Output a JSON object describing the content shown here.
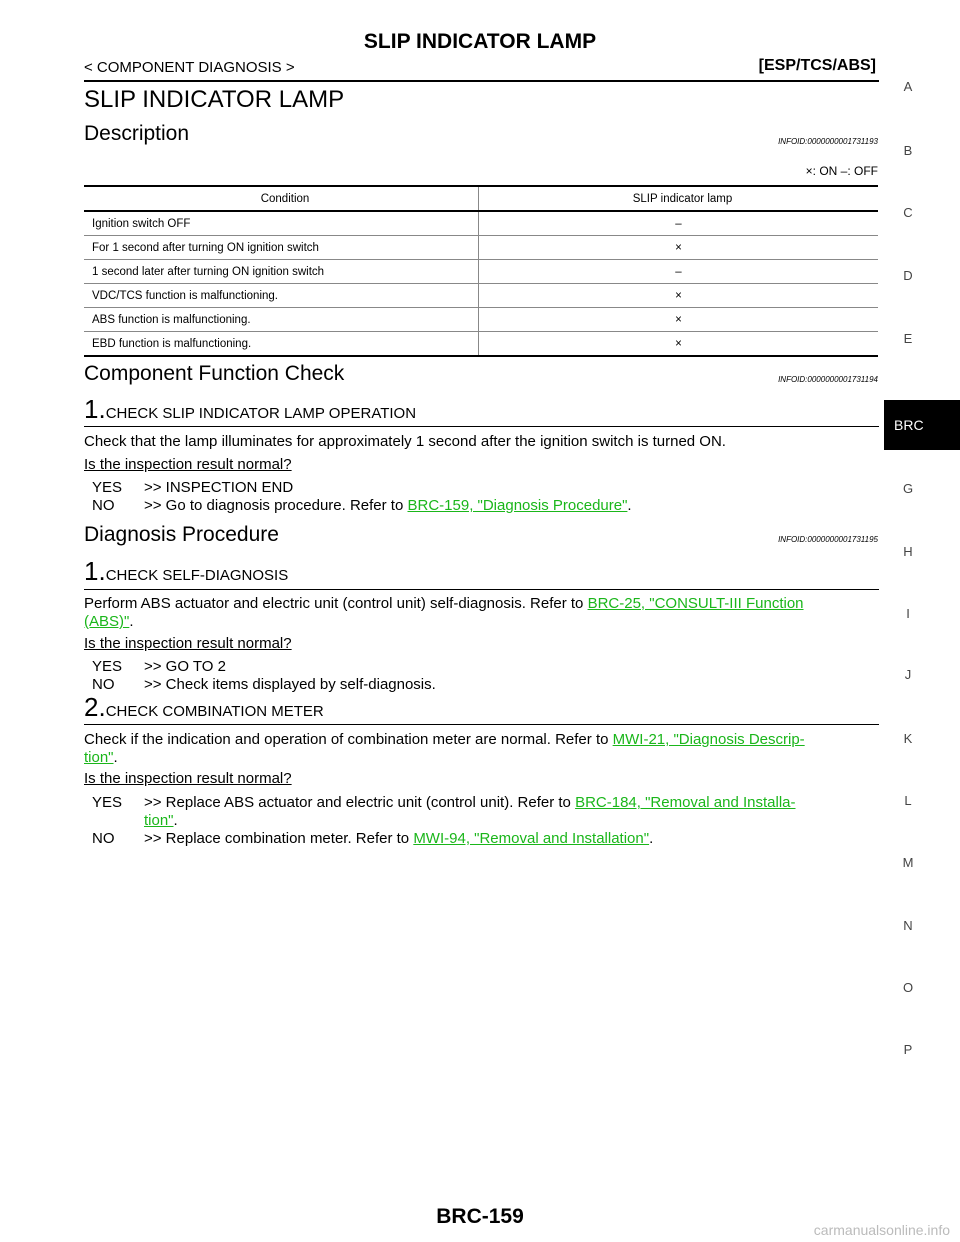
{
  "header": {
    "title": "SLIP INDICATOR LAMP",
    "section": "< COMPONENT DIAGNOSIS >",
    "system": "[ESP/TCS/ABS]"
  },
  "page_title": "SLIP INDICATOR LAMP",
  "description": {
    "heading": "Description",
    "infoid": "INFOID:0000000001731193",
    "legend": "×: ON –: OFF",
    "table": {
      "headers": [
        "Condition",
        "SLIP indicator lamp"
      ],
      "rows": [
        [
          "Ignition switch OFF",
          "–"
        ],
        [
          "For 1 second after turning ON ignition switch",
          "×"
        ],
        [
          "1 second later after turning ON ignition switch",
          "–"
        ],
        [
          "VDC/TCS function is malfunctioning.",
          "×"
        ],
        [
          "ABS function is malfunctioning.",
          "×"
        ],
        [
          "EBD function is malfunctioning.",
          "×"
        ]
      ]
    }
  },
  "component_check": {
    "heading": "Component Function Check",
    "infoid": "INFOID:0000000001731194",
    "step_num": "1.",
    "step_title": "CHECK SLIP INDICATOR LAMP OPERATION",
    "body": "Check that the lamp illuminates for approximately 1 second after the ignition switch is turned ON.",
    "question": "Is the inspection result normal?",
    "yes_key": "YES",
    "yes_text": ">> INSPECTION END",
    "no_key": "NO",
    "no_text": ">> Go to diagnosis procedure. Refer to ",
    "no_link": "BRC-159, \"Diagnosis Procedure\"",
    "no_end": "."
  },
  "diagnosis": {
    "heading": "Diagnosis Procedure",
    "infoid": "INFOID:0000000001731195",
    "step1": {
      "num": "1.",
      "title": "CHECK SELF-DIAGNOSIS",
      "body": "Perform ABS actuator and electric unit (control unit) self-diagnosis. Refer to ",
      "link1": "BRC-25, \"CONSULT-III Function",
      "link2": "(ABS)\"",
      "end": ".",
      "question": "Is the inspection result normal?",
      "yes_key": "YES",
      "yes_text": ">> GO TO 2",
      "no_key": "NO",
      "no_text": ">> Check items displayed by self-diagnosis."
    },
    "step2": {
      "num": "2.",
      "title": "CHECK COMBINATION METER",
      "body": "Check if the indication and operation of combination meter are normal. Refer to ",
      "link1": "MWI-21, \"Diagnosis Descrip-",
      "link2": "tion\"",
      "end": ".",
      "question": "Is the inspection result normal?",
      "yes_key": "YES",
      "yes_text": ">> Replace ABS actuator and electric unit (control unit). Refer to ",
      "yes_link1": "BRC-184, \"Removal and Installa-",
      "yes_link2": "tion\"",
      "yes_end": ".",
      "no_key": "NO",
      "no_text": ">> Replace combination meter. Refer to ",
      "no_link": "MWI-94, \"Removal and Installation\"",
      "no_end": "."
    }
  },
  "side_tabs": [
    "A",
    "B",
    "C",
    "D",
    "E",
    "BRC",
    "G",
    "H",
    "I",
    "J",
    "K",
    "L",
    "M",
    "N",
    "O",
    "P"
  ],
  "page_number": "BRC-159",
  "watermark": "carmanualsonline.info",
  "colors": {
    "link": "#1ab61a",
    "tab_bg": "#000000"
  }
}
